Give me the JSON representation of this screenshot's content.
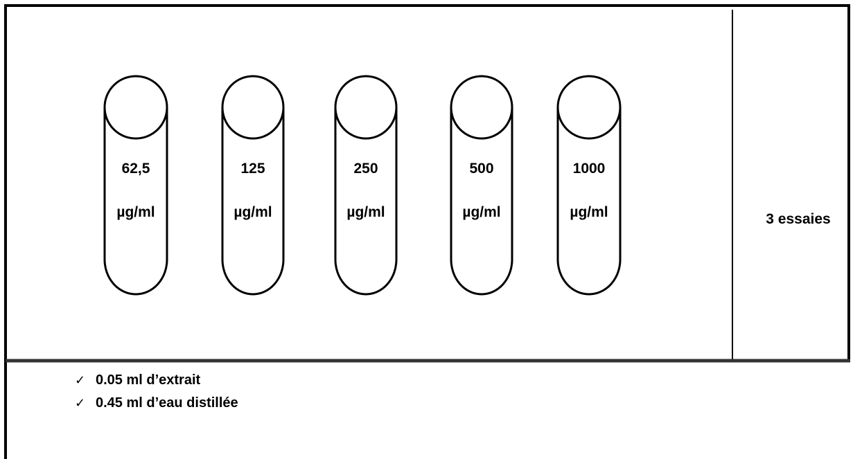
{
  "tubes": [
    {
      "value": "62,5",
      "unit": "µg/ml"
    },
    {
      "value": "125",
      "unit": "µg/ml"
    },
    {
      "value": "250",
      "unit": "µg/ml"
    },
    {
      "value": "500",
      "unit": "µg/ml"
    },
    {
      "value": "1000",
      "unit": "µg/ml"
    }
  ],
  "side_label": "3 essaies",
  "reagents": [
    {
      "check": "✓",
      "text": "0.05 ml d’extrait"
    },
    {
      "check": "✓",
      "text": "0.45 ml d’eau distillée"
    }
  ],
  "colors": {
    "stroke": "#000000",
    "divider": "#333333",
    "background": "#ffffff"
  }
}
